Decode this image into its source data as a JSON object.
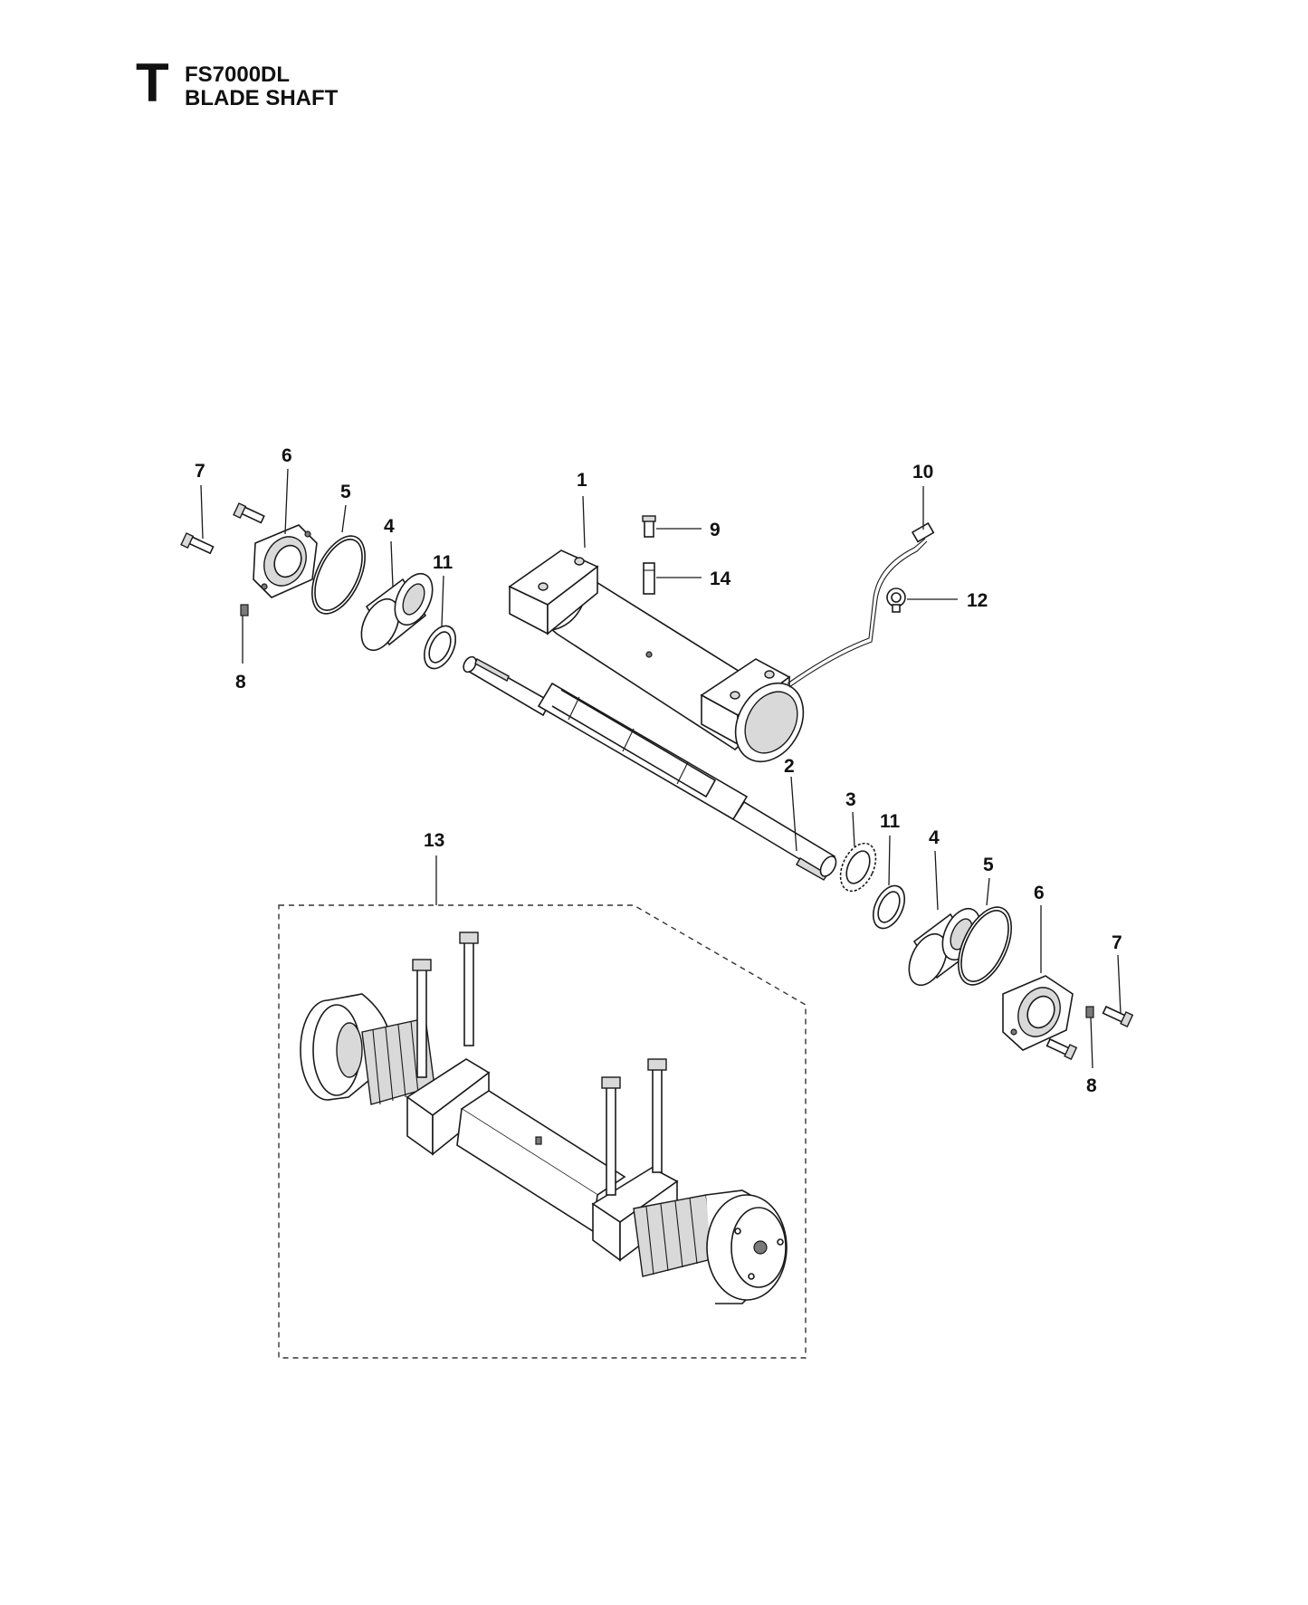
{
  "header": {
    "section_letter": "T",
    "model": "FS7000DL",
    "title": "BLADE SHAFT"
  },
  "callouts": {
    "c1": "1",
    "c2": "2",
    "c3": "3",
    "c4a": "4",
    "c4b": "4",
    "c5a": "5",
    "c5b": "5",
    "c6a": "6",
    "c6b": "6",
    "c7a": "7",
    "c7b": "7",
    "c8a": "8",
    "c8b": "8",
    "c9": "9",
    "c10": "10",
    "c11a": "11",
    "c11b": "11",
    "c12": "12",
    "c13": "13",
    "c14": "14"
  }
}
